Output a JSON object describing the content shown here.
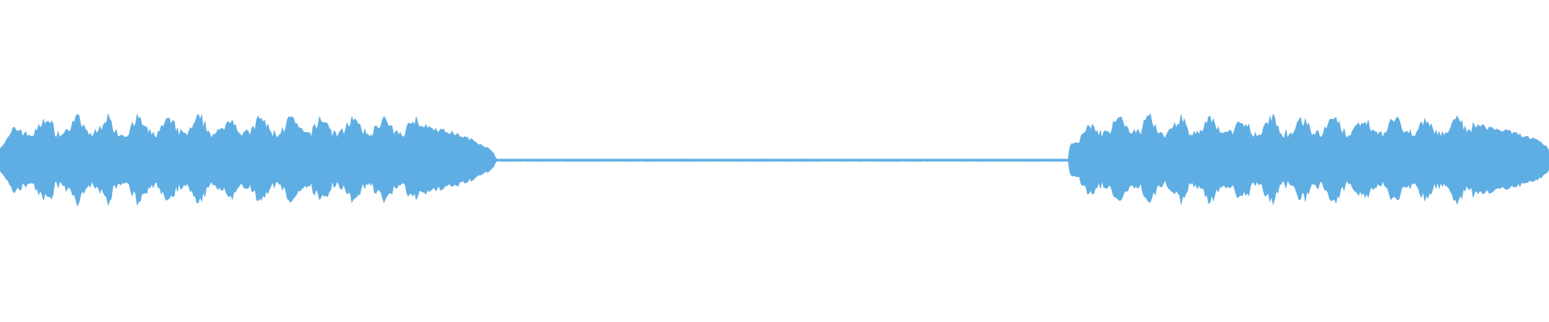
{
  "waveform": {
    "color": "#5faee3",
    "background": "#ffffff",
    "segments": [
      {
        "from": 0.0,
        "to": 0.27,
        "level": 0.85,
        "kind": "active"
      },
      {
        "from": 0.27,
        "to": 0.32,
        "level": 0.25,
        "kind": "fade-out"
      },
      {
        "from": 0.32,
        "to": 0.69,
        "level": 0.02,
        "kind": "silence"
      },
      {
        "from": 0.69,
        "to": 0.95,
        "level": 0.85,
        "kind": "active"
      },
      {
        "from": 0.95,
        "to": 1.0,
        "level": 0.35,
        "kind": "fade-out"
      }
    ]
  }
}
